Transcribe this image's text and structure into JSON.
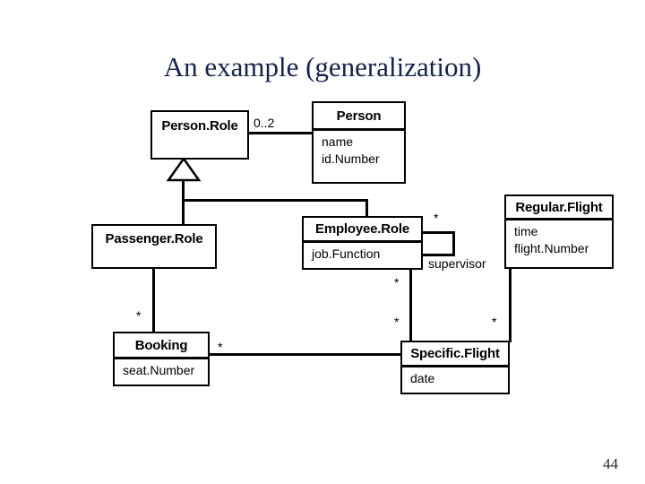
{
  "slide": {
    "title": "An example (generalization)",
    "page_number": "44",
    "title_color": "#16214e",
    "line_color": "#000000",
    "background": "#ffffff"
  },
  "diagram": {
    "type": "uml-class-diagram",
    "classes": [
      {
        "id": "person-role",
        "name": "Person.Role",
        "attributes": [],
        "has_attribute_compartment": true
      },
      {
        "id": "person",
        "name": "Person",
        "attributes": [
          "name",
          "id.Number"
        ],
        "has_attribute_compartment": true
      },
      {
        "id": "passenger-role",
        "name": "Passenger.Role",
        "attributes": [],
        "has_attribute_compartment": true
      },
      {
        "id": "employee-role",
        "name": "Employee.Role",
        "attributes": [
          "job.Function"
        ],
        "has_attribute_compartment": true
      },
      {
        "id": "regular-flight",
        "name": "Regular.Flight",
        "attributes": [
          "time",
          "flight.Number"
        ],
        "has_attribute_compartment": true
      },
      {
        "id": "booking",
        "name": "Booking",
        "attributes": [
          "seat.Number"
        ],
        "has_attribute_compartment": true
      },
      {
        "id": "specific-flight",
        "name": "Specific.Flight",
        "attributes": [
          "date"
        ],
        "has_attribute_compartment": true
      }
    ],
    "multiplicities": {
      "person_role_to_person": "0..2",
      "employee_role_to_specific_flight_top": "*",
      "employee_role_to_specific_flight_bottom": "*",
      "employee_supervisor": "*",
      "passenger_role_to_booking": "*",
      "booking_to_specific_flight": "*",
      "regular_flight_to_specific_flight": "*"
    },
    "association_labels": {
      "supervisor": "supervisor"
    },
    "generalizations": [
      {
        "parent": "person-role",
        "children": [
          "passenger-role",
          "employee-role"
        ]
      }
    ]
  }
}
